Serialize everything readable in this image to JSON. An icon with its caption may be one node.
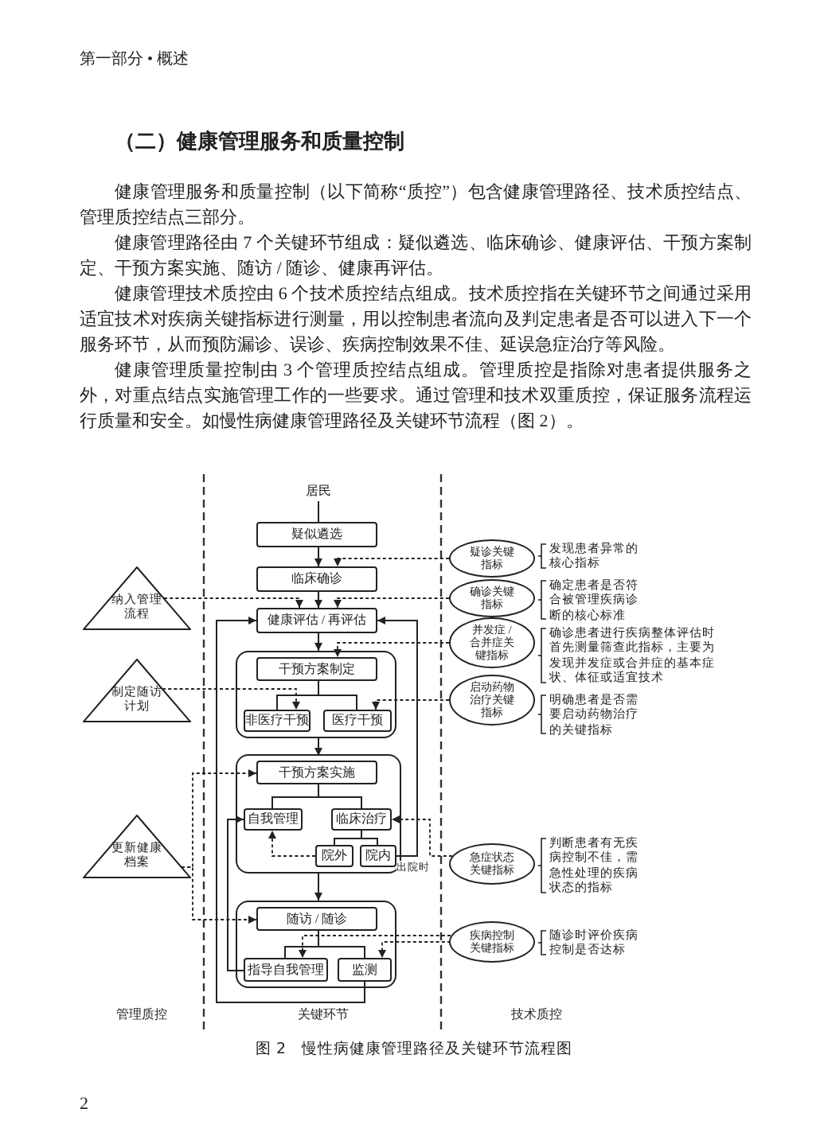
{
  "diagram": {
    "caption": "图 2　慢性病健康管理路径及关键环节流程图",
    "nodes": [
      {
        "text": [
          "居民"
        ]
      },
      {
        "text": [
          "疑似遴选"
        ]
      },
      {
        "text": [
          "临床确诊"
        ]
      },
      {
        "text": [
          "健康评估 / 再评估"
        ]
      },
      {
        "text": [],
        "shape": "box"
      },
      {
        "text": [
          "干预方案制定"
        ],
        "in": 4
      },
      {
        "text": [
          "非医疗干预"
        ],
        "in": 4
      },
      {
        "text": [
          "医疗干预"
        ],
        "in": 4
      },
      {
        "text": [],
        "shape": "box"
      },
      {
        "text": [
          "干预方案实施"
        ],
        "in": 8
      },
      {
        "text": [
          "自我管理"
        ],
        "in": 8
      },
      {
        "text": [
          "临床治疗"
        ],
        "in": 8
      },
      {
        "text": [
          "院外"
        ],
        "in": 8
      },
      {
        "text": [
          "院内"
        ],
        "in": 8
      },
      {
        "text": [],
        "shape": "box"
      },
      {
        "text": [
          "随访 / 随诊"
        ],
        "in": 14
      },
      {
        "text": [
          "指导自我管理"
        ],
        "in": 14
      },
      {
        "text": [
          "监测"
        ],
        "in": 14
      },
      {
        "text": [
          "纳入管理流程"
        ]
      },
      {
        "text": [
          "制定随访计划"
        ]
      },
      {
        "text": [
          "更新健康档案"
        ]
      },
      {
        "text": [
          "疑诊关键指标"
        ],
        "beside": [
          "发现患者异常的核心指标"
        ]
      },
      {
        "text": [
          "确诊关键指标"
        ],
        "beside": [
          "确定患者是否符合被管理疾病诊断的核心标准"
        ]
      },
      {
        "text": [
          "并发症 / 合并症关键指标"
        ],
        "beside": [
          "确诊患者进行疾病整体评估时首先测量筛查此指标，主要为发现并发症或合并症的基本症状、体征或适宜技术"
        ]
      },
      {
        "text": [
          "启动药物治疗关键指标"
        ],
        "beside": [
          "明确患者是否需要启动药物治疗的关键指标"
        ]
      },
      {
        "text": [
          "急症状态关键指标"
        ],
        "beside": [
          "判断患者有无疾病控制不佳，需急性处理的疾病状态的指标"
        ]
      },
      {
        "text": [
          "疾病控制关键指标"
        ],
        "beside": [
          "随诊时评价疾病控制是否达标"
        ]
      }
    ],
    "edges": [
      {
        "from": 0,
        "to": 1,
        "arrow": "none"
      },
      {
        "from": 1,
        "to": 2,
        "arrow": "to"
      },
      {
        "from": 2,
        "to": 3,
        "arrow": "to"
      },
      {
        "from": 3,
        "to": 4,
        "arrow": "to"
      },
      {
        "from": 5,
        "to": 6,
        "arrow": "none"
      },
      {
        "from": 5,
        "to": 7,
        "arrow": "none"
      },
      {
        "from": 4,
        "to": 8,
        "arrow": "to"
      },
      {
        "from": 9,
        "to": 10,
        "arrow": "none"
      },
      {
        "from": 9,
        "to": 11,
        "arrow": "none"
      },
      {
        "from": 11,
        "to": 12,
        "arrow": "none"
      },
      {
        "from": 11,
        "to": 13,
        "arrow": "none"
      },
      {
        "from": 12,
        "to": 10,
        "arrow": "to",
        "style": "dashed"
      },
      {
        "from": 8,
        "to": 14,
        "arrow": "to"
      },
      {
        "from": 15,
        "to": 16,
        "arrow": "none"
      },
      {
        "from": 15,
        "to": 17,
        "arrow": "none"
      },
      {
        "from": 17,
        "to": 3,
        "arrow": "to"
      },
      {
        "from": 16,
        "to": 10,
        "arrow": "to"
      },
      {
        "from": 13,
        "to": 3,
        "arrow": "to",
        "label": "出院时"
      },
      {
        "from": 21,
        "to": 2,
        "arrow": "to",
        "style": "dashed"
      },
      {
        "from": 22,
        "to": 3,
        "arrow": "to",
        "style": "dashed"
      },
      {
        "from": 23,
        "to": 5,
        "arrow": "to",
        "style": "dashed"
      },
      {
        "from": 24,
        "to": 7,
        "arrow": "to",
        "style": "dashed"
      },
      {
        "from": 25,
        "to": 11,
        "arrow": "to",
        "style": "dashed"
      },
      {
        "from": 26,
        "to": 16,
        "arrow": "to",
        "style": "dashed"
      },
      {
        "from": 26,
        "to": 17,
        "arrow": "to",
        "style": "dashed"
      },
      {
        "from": 18,
        "to": 3,
        "arrow": "to",
        "style": "dashed"
      },
      {
        "from": 19,
        "to": 6,
        "arrow": "to",
        "style": "dashed"
      },
      {
        "from": 20,
        "to": 9,
        "arrow": "to",
        "style": "dashed"
      },
      {
        "from": 20,
        "to": 15,
        "arrow": "to",
        "style": "dashed"
      }
    ],
    "labels": [
      "第一部分 • 概述",
      "（二）健康管理服务和质量控制",
      "健康管理服务和质量控制（以下简称“质控”）包含健康管理路径、技术质控结点、管理质控结点三部分。",
      "健康管理路径由 7 个关键环节组成：疑似遴选、临床确诊、健康评估、干预方案制定、干预方案实施、随访 / 随诊、健康再评估。",
      "健康管理技术质控由 6 个技术质控结点组成。技术质控指在关键环节之间通过采用适宜技术对疾病关键指标进行测量，用以控制患者流向及判定患者是否可以进入下一个服务环节，从而预防漏诊、误诊、疾病控制效果不佳、延误急症治疗等风险。",
      "健康管理质量控制由 3 个管理质控结点组成。管理质控是指除对患者提供服务之外，对重点结点实施管理工作的一些要求。通过管理和技术双重质控，保证服务流程运行质量和安全。如慢性病健康管理路径及关键环节流程（图 2）。",
      "管理质控",
      "关键环节",
      "技术质控",
      "2"
    ]
  }
}
